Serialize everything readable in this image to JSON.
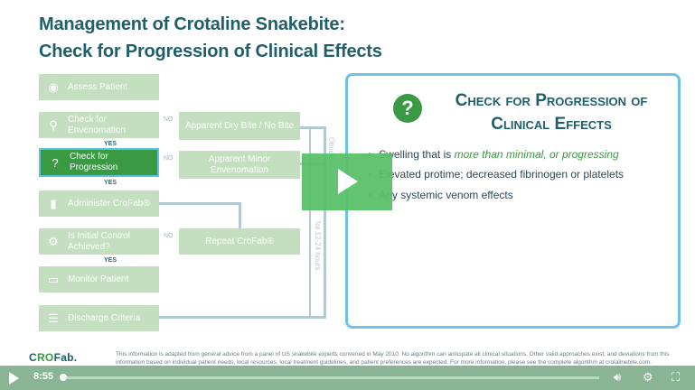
{
  "slide": {
    "title_line1": "Management of Crotaline Snakebite:",
    "title_line2": "Check for Progression of Clinical Effects"
  },
  "flow": {
    "steps": [
      {
        "label": "Assess Patient",
        "icon": "eye-icon"
      },
      {
        "label": "Check for Envenomation",
        "icon": "magnifier-icon"
      },
      {
        "label": "Check for Progression",
        "icon": "question-icon"
      },
      {
        "label": "Administer CroFab®",
        "icon": "vial-icon"
      },
      {
        "label": "Is Initial Control Achieved?",
        "icon": "gears-icon"
      },
      {
        "label": "Monitor Patient",
        "icon": "monitor-icon"
      },
      {
        "label": "Discharge Criteria",
        "icon": "checklist-icon"
      }
    ],
    "side": [
      {
        "label": "Apparent Dry Bite / No Bite"
      },
      {
        "label": "Apparent Minor Envenomation"
      },
      {
        "label": "Repeat CroFab®"
      }
    ],
    "no": "NO",
    "yes": "YES",
    "observe_text": "Observe",
    "observe_hours": "for 12-24 hours"
  },
  "panel": {
    "title_line1": "Check for Progression of",
    "title_line2": "Clinical Effects",
    "bullet1_pre": "Swelling that is ",
    "bullet1_em": "more than minimal, or progressing",
    "bullet2": "Elevated protime; decreased fibrinogen or platelets",
    "bullet3": "Any systemic venom effects"
  },
  "footer": {
    "logo_a": "C",
    "logo_b": "RO",
    "logo_c": "Fab.",
    "disclaimer": "This information is adapted from general advice from a panel of US snakebite experts convened in May 2010. No algorithm can anticipate all clinical situations. Other valid approaches exist, and deviations from this information based on individual patient needs, local resources, local treatment guidelines, and patient preferences are expected. For more information, please see the complete algorithm at crotalinebite.com."
  },
  "player": {
    "time": "8:55",
    "progress": 0.0
  }
}
